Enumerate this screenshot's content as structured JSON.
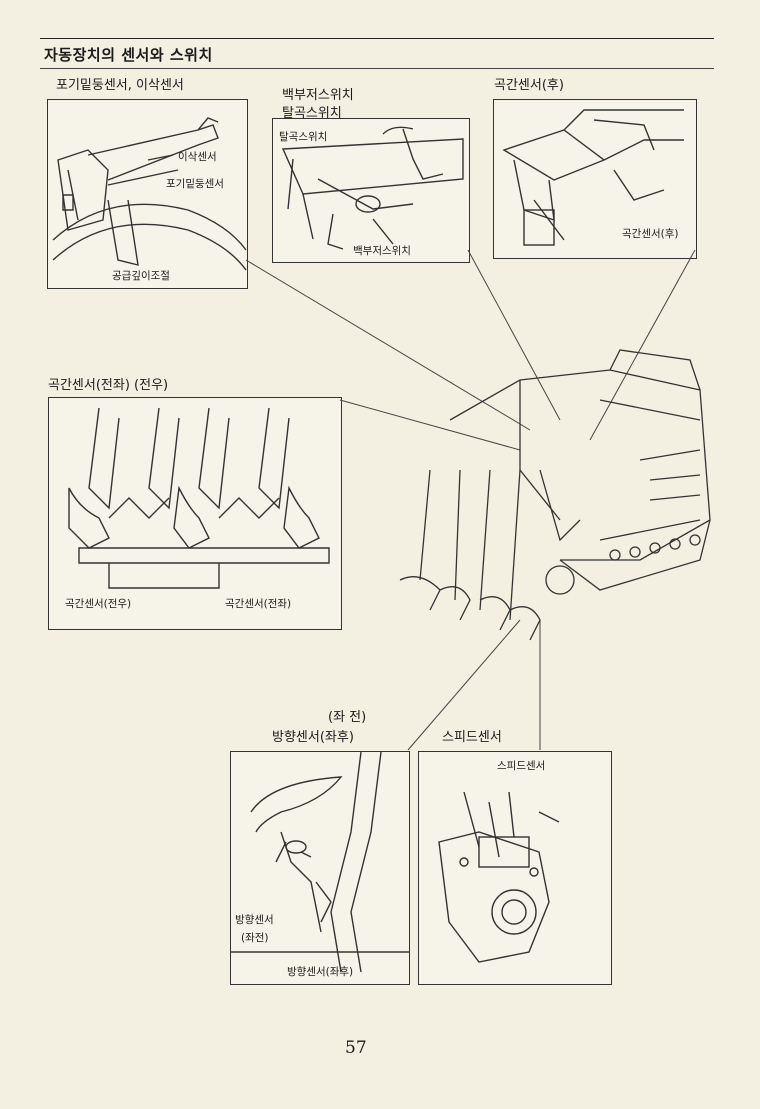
{
  "header": {
    "title": "자동장치의 센서와 스위치"
  },
  "sections": {
    "top_left_title": "포기밑둥센서, 이삭센서",
    "top_mid_title_1": "백부저스위치",
    "top_mid_title_2": "탈곡스위치",
    "top_right_title": "곡간센서(후)",
    "mid_left_title": "곡간센서(전좌) (전우)",
    "bottom_mid_title_1": "(좌 전)",
    "bottom_mid_title_2": "방향센서(좌후)",
    "bottom_right_title": "스피드센서"
  },
  "callouts": {
    "isak_sensor": "이삭센서",
    "pogi_sensor": "포기밑둥센서",
    "supply_depth": "공급깊이조절",
    "talgok_switch": "탈곡스위치",
    "baekbujeo_switch": "백부저스위치",
    "gokgan_rear": "곡간센서(후)",
    "gokgan_front_right": "곡간센서(전우)",
    "gokgan_front_left": "곡간센서(전좌)",
    "direction_left_front_1": "방향센서",
    "direction_left_front_2": "(좌전)",
    "direction_left_rear": "방향센서(좌후)",
    "speed_sensor": "스피드센서"
  },
  "page_number": "57"
}
